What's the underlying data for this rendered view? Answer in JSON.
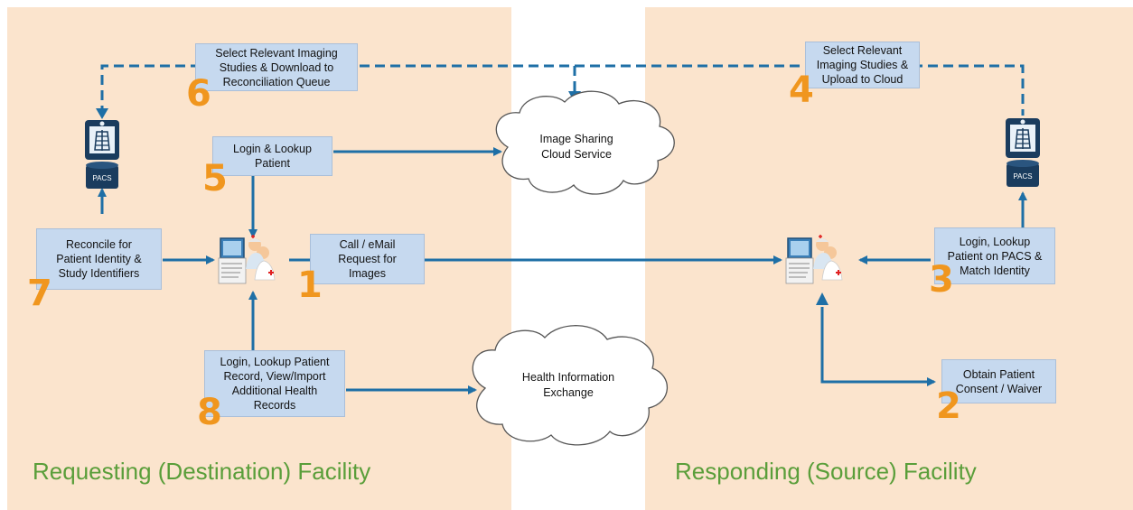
{
  "colors": {
    "panel_fill": "#fbe4cd",
    "box_fill": "#c6d9ef",
    "arrow": "#1e6fa6",
    "step_number": "#f0961e",
    "facility_label": "#5a9e3a"
  },
  "facilities": {
    "requesting": "Requesting (Destination) Facility",
    "responding": "Responding (Source) Facility"
  },
  "clouds": {
    "image_sharing": "Image Sharing\nCloud Service",
    "hie": "Health Information\nExchange"
  },
  "pacs": {
    "left_label": "PACS",
    "right_label": "PACS"
  },
  "steps": {
    "s1": {
      "number": "1",
      "text": "Call / eMail\nRequest for\nImages"
    },
    "s2": {
      "number": "2",
      "text": "Obtain Patient\nConsent / Waiver"
    },
    "s3": {
      "number": "3",
      "text": "Login, Lookup\nPatient on PACS &\nMatch Identity"
    },
    "s4": {
      "number": "4",
      "text": "Select Relevant\nImaging Studies &\nUpload to Cloud"
    },
    "s5": {
      "number": "5",
      "text": "Login & Lookup\nPatient"
    },
    "s6": {
      "number": "6",
      "text": "Select Relevant Imaging\nStudies & Download to\nReconciliation Queue"
    },
    "s7": {
      "number": "7",
      "text": "Reconcile for\nPatient Identity &\nStudy Identifiers"
    },
    "s8": {
      "number": "8",
      "text": "Login, Lookup Patient\nRecord, View/Import\nAdditional Health\nRecords"
    }
  }
}
